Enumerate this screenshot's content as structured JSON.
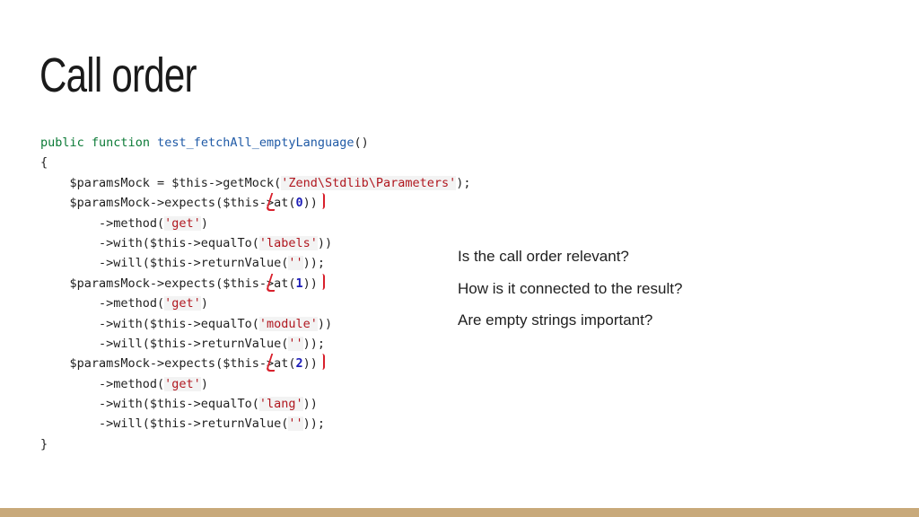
{
  "slide": {
    "title": "Call order"
  },
  "code": {
    "kw_public": "public",
    "kw_function": "function",
    "function_name": "test_fetchAll_emptyLanguage",
    "paren_open_close": "()",
    "brace_open": "{",
    "brace_close": "}",
    "line_mock": {
      "prefix": "    $paramsMock = $this->getMock(",
      "class_string": "'Zend\\Stdlib\\Parameters'",
      "suffix": ");"
    },
    "expectations": [
      {
        "expects_prefix": "    $paramsMock->expects($this->",
        "at_open": "at(",
        "index": "0",
        "at_close": "))",
        "method_prefix": "        ->method(",
        "method_arg": "'get'",
        "method_suffix": ")",
        "with_prefix": "        ->with($this->equalTo(",
        "with_arg": "'labels'",
        "with_suffix": "))",
        "will_prefix": "        ->will($this->returnValue(",
        "will_arg": "''",
        "will_suffix": "));"
      },
      {
        "expects_prefix": "    $paramsMock->expects($this->",
        "at_open": "at(",
        "index": "1",
        "at_close": "))",
        "method_prefix": "        ->method(",
        "method_arg": "'get'",
        "method_suffix": ")",
        "with_prefix": "        ->with($this->equalTo(",
        "with_arg": "'module'",
        "with_suffix": "))",
        "will_prefix": "        ->will($this->returnValue(",
        "will_arg": "''",
        "will_suffix": "));"
      },
      {
        "expects_prefix": "    $paramsMock->expects($this->",
        "at_open": "at(",
        "index": "2",
        "at_close": "))",
        "method_prefix": "        ->method(",
        "method_arg": "'get'",
        "method_suffix": ")",
        "with_prefix": "        ->with($this->equalTo(",
        "with_arg": "'lang'",
        "with_suffix": "))",
        "will_prefix": "        ->will($this->returnValue(",
        "will_arg": "''",
        "will_suffix": "));"
      }
    ]
  },
  "questions": [
    "Is the call order relevant?",
    "How is it connected to the result?",
    "Are empty strings important?"
  ],
  "colors": {
    "keyword": "#0b7a36",
    "function_name": "#1f5aa6",
    "string": "#b0171f",
    "number": "#1c1cb8",
    "annotation": "#d8202c",
    "footer": "#c8a97a"
  }
}
